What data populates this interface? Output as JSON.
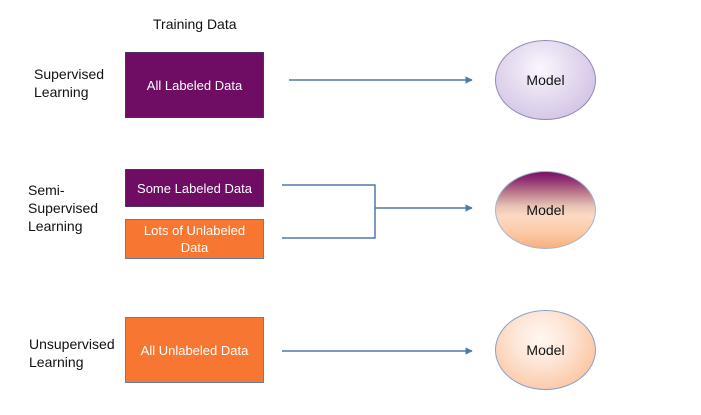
{
  "header": {
    "training_data": "Training Data"
  },
  "rows": {
    "supervised": {
      "label_line1": "Supervised",
      "label_line2": "Learning",
      "box_text": "All Labeled Data",
      "model_label": "Model"
    },
    "semi_supervised": {
      "label_line1": "Semi-",
      "label_line2": "Supervised",
      "label_line3": "Learning",
      "box1_text": "Some Labeled Data",
      "box2_line1": "Lots of Unlabeled",
      "box2_line2": "Data",
      "model_label": "Model"
    },
    "unsupervised": {
      "label_line1": "Unsupervised",
      "label_line2": "Learning",
      "box_text": "All Unlabeled Data",
      "model_label": "Model"
    }
  },
  "colors": {
    "labeled_box": "#6f0c63",
    "unlabeled_box": "#f77632",
    "arrow": "#4f79a9",
    "supervised_model": "#d7c9e8",
    "semi_model_top": "#781463",
    "semi_model_bottom": "#f8b07b",
    "unsupervised_model": "#fbc8a6"
  }
}
